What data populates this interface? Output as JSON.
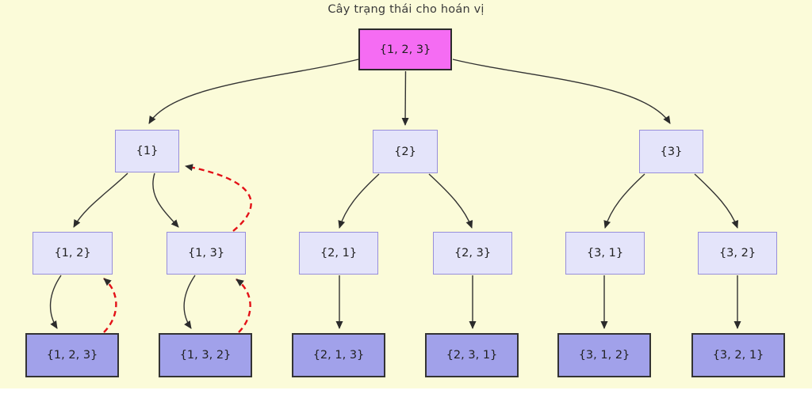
{
  "title": "Cây trạng thái cho hoán vị",
  "colors": {
    "background": "#FBFBD9",
    "root_fill": "#F56CF3",
    "internal_fill": "#E4E4FA",
    "internal_border": "#978EDB",
    "leaf_fill": "#A1A1EA",
    "leaf_border": "#333333",
    "expand_edge": "#333333",
    "backtrack_edge": "#E31117"
  },
  "nodes": {
    "root": "{1, 2, 3}",
    "n1": "{1}",
    "n2": "{2}",
    "n3": "{3}",
    "n12": "{1, 2}",
    "n13": "{1, 3}",
    "n21": "{2, 1}",
    "n23": "{2, 3}",
    "n31": "{3, 1}",
    "n32": "{3, 2}",
    "l123": "{1, 2, 3}",
    "l132": "{1, 3, 2}",
    "l213": "{2, 1, 3}",
    "l231": "{2, 3, 1}",
    "l312": "{3, 1, 2}",
    "l321": "{3, 2, 1}"
  },
  "edges": {
    "expand": [
      {
        "from": "{1, 2, 3}",
        "to": "{1}"
      },
      {
        "from": "{1, 2, 3}",
        "to": "{2}"
      },
      {
        "from": "{1, 2, 3}",
        "to": "{3}"
      },
      {
        "from": "{1}",
        "to": "{1, 2}"
      },
      {
        "from": "{1}",
        "to": "{1, 3}"
      },
      {
        "from": "{2}",
        "to": "{2, 1}"
      },
      {
        "from": "{2}",
        "to": "{2, 3}"
      },
      {
        "from": "{3}",
        "to": "{3, 1}"
      },
      {
        "from": "{3}",
        "to": "{3, 2}"
      },
      {
        "from": "{1, 2}",
        "to": "{1, 2, 3}"
      },
      {
        "from": "{1, 3}",
        "to": "{1, 3, 2}"
      },
      {
        "from": "{2, 1}",
        "to": "{2, 1, 3}"
      },
      {
        "from": "{2, 3}",
        "to": "{2, 3, 1}"
      },
      {
        "from": "{3, 1}",
        "to": "{3, 1, 2}"
      },
      {
        "from": "{3, 2}",
        "to": "{3, 2, 1}"
      }
    ],
    "backtrack": [
      {
        "from": "{1, 2, 3} leaf",
        "to": "{1, 2}"
      },
      {
        "from": "{1, 3, 2} leaf",
        "to": "{1, 3}"
      },
      {
        "from": "{1, 3}",
        "to": "{1}"
      }
    ]
  }
}
